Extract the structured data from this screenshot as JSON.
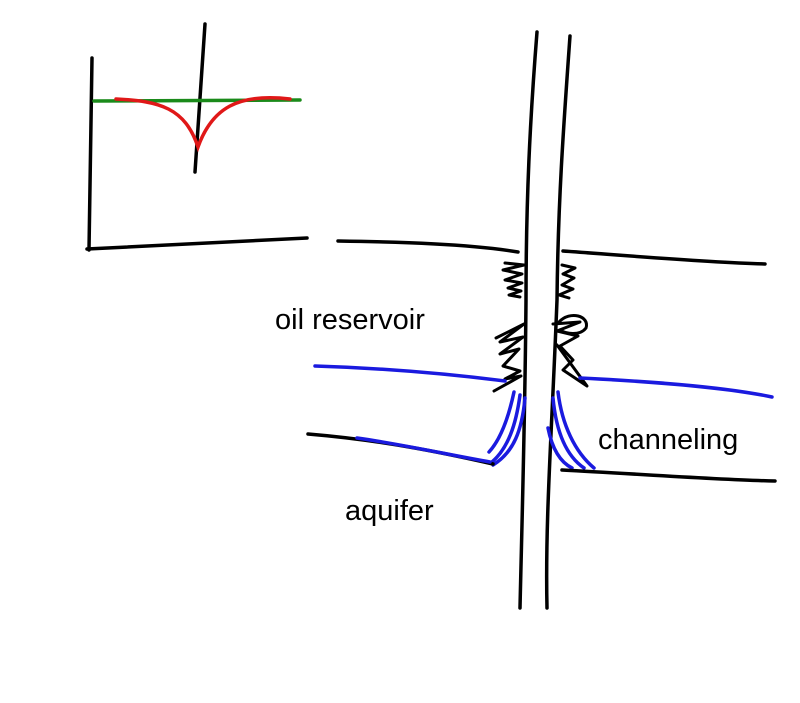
{
  "labels": {
    "oil_reservoir": "oil reservoir",
    "channeling": "channeling",
    "aquifer": "aquifer"
  },
  "colors": {
    "ink": "#000000",
    "water": "#1a1adf",
    "inset_green": "#1a8a1a",
    "inset_red": "#e01818"
  }
}
